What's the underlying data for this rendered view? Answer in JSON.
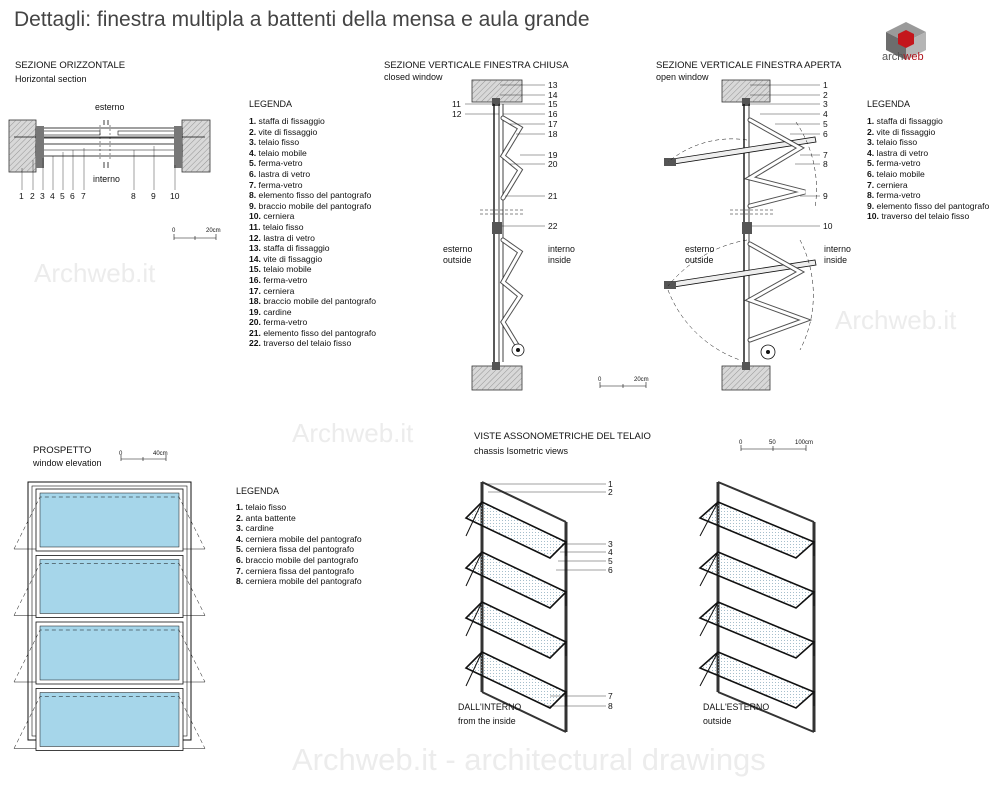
{
  "title": "Dettagli: finestra multipla a battenti della mensa e aula grande",
  "logo": {
    "text_prefix": "arch",
    "text_suffix": "web"
  },
  "watermarks": {
    "w1": "Archweb.it",
    "w2": "Archweb.it",
    "w3": "Archweb.it",
    "footer": "Archweb.it - architectural drawings"
  },
  "horizontal": {
    "title": "SEZIONE ORIZZONTALE",
    "subtitle": "Horizontal section",
    "esterno": "esterno",
    "interno": "interno",
    "numbers": [
      "1",
      "2",
      "3",
      "4",
      "5",
      "6",
      "7",
      "8",
      "9",
      "10"
    ],
    "scale_0": "0",
    "scale_1": "20cm"
  },
  "legend1": {
    "title": "LEGENDA",
    "items": [
      {
        "n": "1.",
        "t": "staffa di fissaggio"
      },
      {
        "n": "2.",
        "t": "vite di fissaggio"
      },
      {
        "n": "3.",
        "t": "telaio fisso"
      },
      {
        "n": "4.",
        "t": "telaio mobile"
      },
      {
        "n": "5.",
        "t": "ferma-vetro"
      },
      {
        "n": "6.",
        "t": "lastra di vetro"
      },
      {
        "n": "7.",
        "t": "ferma-vetro"
      },
      {
        "n": "8.",
        "t": "elemento fisso del pantografo"
      },
      {
        "n": "9.",
        "t": "braccio mobile del pantografo"
      },
      {
        "n": "10.",
        "t": "cerniera"
      },
      {
        "n": "11.",
        "t": "telaio fisso"
      },
      {
        "n": "12.",
        "t": "lastra di vetro"
      },
      {
        "n": "13.",
        "t": "staffa di fissaggio"
      },
      {
        "n": "14.",
        "t": "vite di fissaggio"
      },
      {
        "n": "15.",
        "t": "telaio mobile"
      },
      {
        "n": "16.",
        "t": "ferma-vetro"
      },
      {
        "n": "17.",
        "t": "cerniera"
      },
      {
        "n": "18.",
        "t": "braccio mobile del pantografo"
      },
      {
        "n": "19.",
        "t": "cardine"
      },
      {
        "n": "20.",
        "t": "ferma-vetro"
      },
      {
        "n": "21.",
        "t": "elemento fisso del pantografo"
      },
      {
        "n": "22.",
        "t": "traverso del telaio fisso"
      }
    ]
  },
  "closed": {
    "title": "SEZIONE VERTICALE FINESTRA CHIUSA",
    "subtitle": "closed window",
    "esterno": "esterno",
    "outside": "outside",
    "interno": "interno",
    "inside": "inside",
    "right_numbers": [
      "13",
      "14",
      "15",
      "16",
      "17",
      "18",
      "19",
      "20",
      "21",
      "22"
    ],
    "left_numbers": [
      "11",
      "12"
    ],
    "scale_0": "0",
    "scale_1": "20cm"
  },
  "open": {
    "title": "SEZIONE VERTICALE FINESTRA APERTA",
    "subtitle": "open window",
    "esterno": "esterno",
    "outside": "outside",
    "interno": "interno",
    "inside": "inside",
    "numbers": [
      "1",
      "2",
      "3",
      "4",
      "5",
      "6",
      "7",
      "8",
      "9",
      "10"
    ]
  },
  "legend2": {
    "title": "LEGENDA",
    "items": [
      {
        "n": "1.",
        "t": "staffa di fissaggio"
      },
      {
        "n": "2.",
        "t": "vite di fissaggio"
      },
      {
        "n": "3.",
        "t": "telaio fisso"
      },
      {
        "n": "4.",
        "t": "lastra di vetro"
      },
      {
        "n": "5.",
        "t": "ferma-vetro"
      },
      {
        "n": "6.",
        "t": "telaio mobile"
      },
      {
        "n": "7.",
        "t": "cerniera"
      },
      {
        "n": "8.",
        "t": "ferma-vetro"
      },
      {
        "n": "9.",
        "t": "elemento fisso del pantografo"
      },
      {
        "n": "10.",
        "t": "traverso del telaio fisso"
      }
    ]
  },
  "elevation": {
    "title": "PROSPETTO",
    "subtitle": "window elevation",
    "scale_0": "0",
    "scale_1": "40cm",
    "glass_color": "#a6d6ea"
  },
  "legend3": {
    "title": "LEGENDA",
    "items": [
      {
        "n": "1.",
        "t": "telaio fisso"
      },
      {
        "n": "2.",
        "t": "anta battente"
      },
      {
        "n": "3.",
        "t": "cardine"
      },
      {
        "n": "4.",
        "t": "cerniera mobile del pantografo"
      },
      {
        "n": "5.",
        "t": "cerniera fissa del pantografo"
      },
      {
        "n": "6.",
        "t": "braccio mobile del pantografo"
      },
      {
        "n": "7.",
        "t": "cerniera fissa del pantografo"
      },
      {
        "n": "8.",
        "t": "cerniera mobile del pantografo"
      }
    ]
  },
  "iso": {
    "title": "VISTE ASSONOMETRICHE DEL TELAIO",
    "subtitle": "chassis Isometric views",
    "numbers": [
      "1",
      "2",
      "3",
      "4",
      "5",
      "6",
      "7",
      "8"
    ],
    "scale_0": "0",
    "scale_1": "50",
    "scale_2": "100cm",
    "inside_title": "DALL'INTERNO",
    "inside_sub": "from the inside",
    "outside_title": "DALL'ESTERNO",
    "outside_sub": "outside"
  }
}
